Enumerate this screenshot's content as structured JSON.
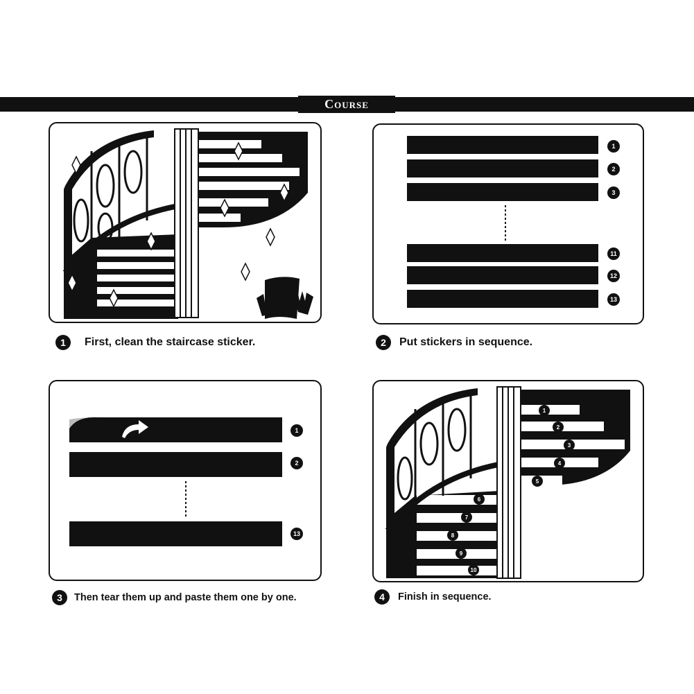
{
  "header": {
    "title": "Course"
  },
  "steps": [
    {
      "number": "1",
      "caption": "First, clean the staircase sticker."
    },
    {
      "number": "2",
      "caption": "Put stickers in sequence."
    },
    {
      "number": "3",
      "caption": "Then tear them up and paste them one by one."
    },
    {
      "number": "4",
      "caption": "Finish in sequence."
    }
  ],
  "panel2": {
    "labels": [
      "1",
      "2",
      "3",
      "11",
      "12",
      "13"
    ]
  },
  "panel3": {
    "labels": [
      "1",
      "2",
      "13"
    ]
  },
  "panel4": {
    "step_labels": [
      "1",
      "2",
      "3",
      "4",
      "5",
      "6",
      "7",
      "8",
      "9",
      "10"
    ]
  },
  "colors": {
    "ink": "#111111",
    "paper": "#ffffff"
  }
}
